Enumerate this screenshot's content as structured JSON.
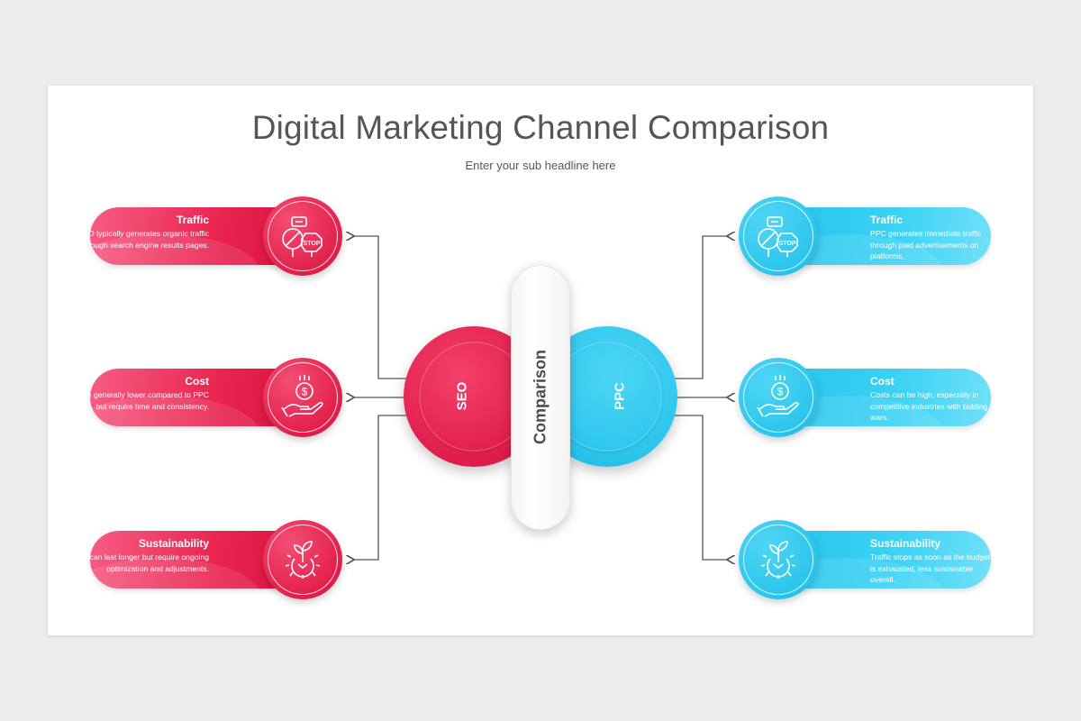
{
  "slide": {
    "title": "Digital Marketing Channel Comparison",
    "subtitle": "Enter your sub headline here"
  },
  "center": {
    "label": "Comparison",
    "left_label": "SEO",
    "right_label": "PPC"
  },
  "colors": {
    "seo": "#e21f4b",
    "ppc": "#2bc5ec",
    "title_text": "#555558",
    "connector": "#555555"
  },
  "seo": {
    "items": [
      {
        "title": "Traffic",
        "text": "SEO typically generates organic traffic through search engine results pages.",
        "icon": "stop-sign-icon"
      },
      {
        "title": "Cost",
        "text": "Costs are generally lower compared to PPC but require time and consistency.",
        "icon": "dollar-hand-icon"
      },
      {
        "title": "Sustainability",
        "text": "Results can last longer but require ongoing optimization and adjustments.",
        "icon": "plant-gear-icon"
      }
    ]
  },
  "ppc": {
    "items": [
      {
        "title": "Traffic",
        "text": "PPC generates immediate traffic through paid advertisements on platforms.",
        "icon": "stop-sign-icon"
      },
      {
        "title": "Cost",
        "text": "Costs can be high, especially in competitive industries with bidding wars.",
        "icon": "dollar-hand-icon"
      },
      {
        "title": "Sustainability",
        "text": "Traffic stops as soon as the budget is exhausted, less sustainable overall.",
        "icon": "plant-gear-icon"
      }
    ]
  }
}
